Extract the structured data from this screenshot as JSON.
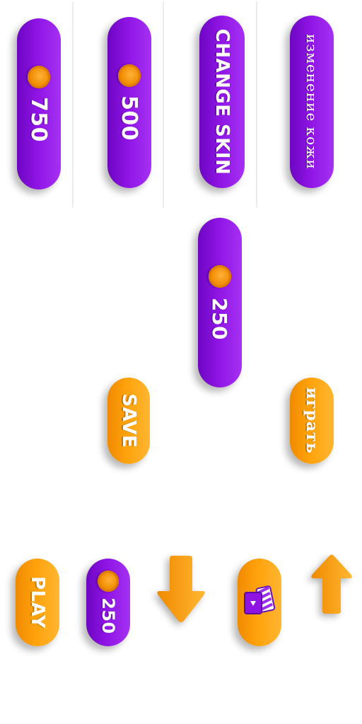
{
  "buttons": {
    "price_750": "750",
    "price_500": "500",
    "change_skin": "CHANGE SKIN",
    "change_skin_ru": "изменение кожи",
    "price_250": "250",
    "save": "SAVE",
    "play_ru": "играть",
    "play": "PLAY",
    "price_250_small": "250"
  },
  "icons": {
    "coin": "coin-icon",
    "arrow_down": "arrow-down-icon",
    "arrow_up": "arrow-up-icon",
    "cards": "cards-icon"
  },
  "colors": {
    "purple": "#8f14e4",
    "orange": "#ffa20c",
    "coin": "#f08d00"
  }
}
